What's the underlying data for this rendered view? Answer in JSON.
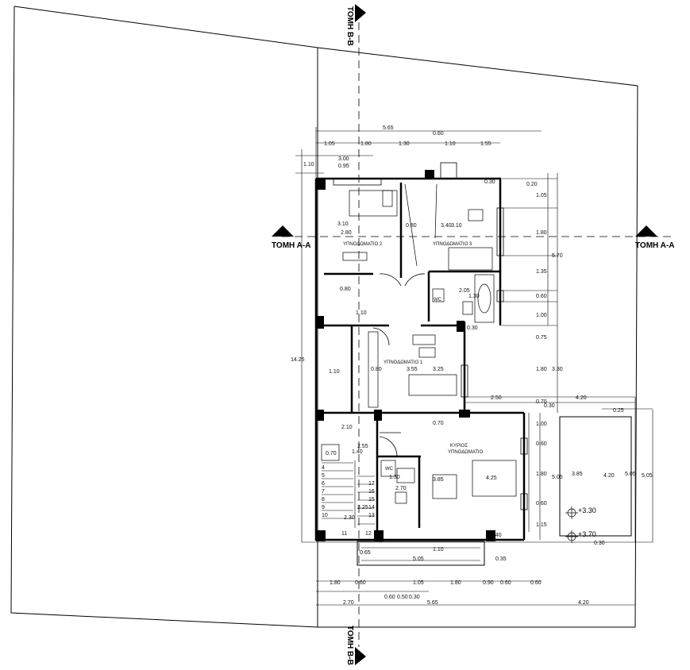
{
  "sections": {
    "aa_left": "ΤΟΜΗ Α-Α",
    "aa_right": "ΤΟΜΗ Α-Α",
    "bb_top": "ΤΟΜΗ Β-Β",
    "bb_bottom": "ΤΟΜΗ Β-Β"
  },
  "rooms": {
    "bedroom2": "ΥΠΝΟΔΩΜΑΤΙΟ 2",
    "bedroom3": "ΥΠΝΟΔΩΜΑΤΙΟ 3",
    "bedroom1": "ΥΠΝΟΔΩΜΑΤΙΟ 1",
    "master_line1": "ΚΥΡΙΟΣ",
    "master_line2": "ΥΠΝΟΔΩΜΑΤΙΟ",
    "wc1": "WC",
    "wc2": "WC"
  },
  "levels": {
    "l1": "+3.30",
    "l2": "+3.70"
  },
  "dims": {
    "top_total": "5.65",
    "top_a": "0.60",
    "top_b1": "1.05",
    "top_b2": "1.80",
    "top_b3": "1.30",
    "top_b4": "1.10",
    "top_b5": "1.55",
    "left_110": "1.10",
    "left_300": "3.00",
    "left_095": "0.95",
    "r_030": "0.30",
    "r_020": "0.20",
    "r_105": "1.05",
    "r_180": "1.80",
    "r_135": "1.35",
    "r_060": "0.60",
    "r_100": "1.00",
    "r_570": "5.70",
    "r_075": "0.75",
    "r_180b": "1.80",
    "r_330": "3.30",
    "r_070": "0.70",
    "r_420": "4.20",
    "r_030b": "0.30",
    "r_250": "2.50",
    "in_310a": "3.10",
    "in_280": "2.80",
    "in_310b": "3.10",
    "in_340": "3.40",
    "in_080": "0.80",
    "in_205": "2.05",
    "in_130": "1.30",
    "in_110a": "1.10",
    "in_110b": "1.10",
    "in_080b": "0.80",
    "in_355": "3.55",
    "in_325": "3.25",
    "in_030": "0.30",
    "total_1425": "14.25",
    "m_210": "2.10",
    "m_070": "0.70",
    "m_255": "2.55",
    "m_140": "1.40",
    "m_130": "1.30",
    "m_270": "2.70",
    "m_385": "3.85",
    "m_425": "4.25",
    "m_100": "1.00",
    "m_060a": "0.60",
    "m_180": "1.80",
    "m_060b": "0.60",
    "m_115": "1.15",
    "m_505a": "5.05",
    "m_385b": "3.85",
    "m_420": "4.20",
    "m_505b": "5.05",
    "m_505c": "5.05",
    "m_025": "0.25",
    "m_030": "0.30",
    "m_040": "0.40",
    "m_230": "2.30",
    "m_225": "2.25",
    "m_070b": "0.70",
    "b_065": "0.65",
    "b_110": "1.10",
    "b_505": "5.05",
    "b_035": "0.35",
    "bot_180": "1.80",
    "bot_060a": "0.60",
    "bot_105": "1.05",
    "bot_180b": "1.80",
    "bot_090": "0.90",
    "bot_060b": "0.60",
    "bot_060c": "0.60",
    "bot_060d": "0.60",
    "bot_050": "0.50",
    "bot_030": "0.30",
    "bot_270": "2.70",
    "bot_565": "5.65",
    "bot_420": "4.20"
  },
  "stairs": {
    "up": [
      "4",
      "5",
      "6",
      "7",
      "8",
      "9",
      "10"
    ],
    "down": [
      "17",
      "16",
      "15",
      "14",
      "13",
      "12",
      "11"
    ]
  }
}
